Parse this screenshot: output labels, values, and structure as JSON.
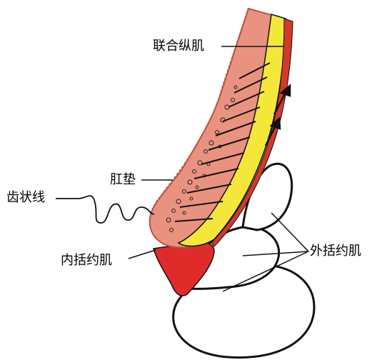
{
  "labels": {
    "conjoint_longitudinal_muscle": "联合纵肌",
    "anal_cushion": "肛垫",
    "dentate_line": "齿状线",
    "internal_sphincter": "内括约肌",
    "external_sphincter": "外括约肌"
  },
  "colors": {
    "mucosa": "#e8927f",
    "mucosa_dark": "#c0503f",
    "muscle_yellow": "#f5e63a",
    "internal_sphincter_red": "#e02b2b",
    "outline": "#111111",
    "background": "#ffffff"
  }
}
